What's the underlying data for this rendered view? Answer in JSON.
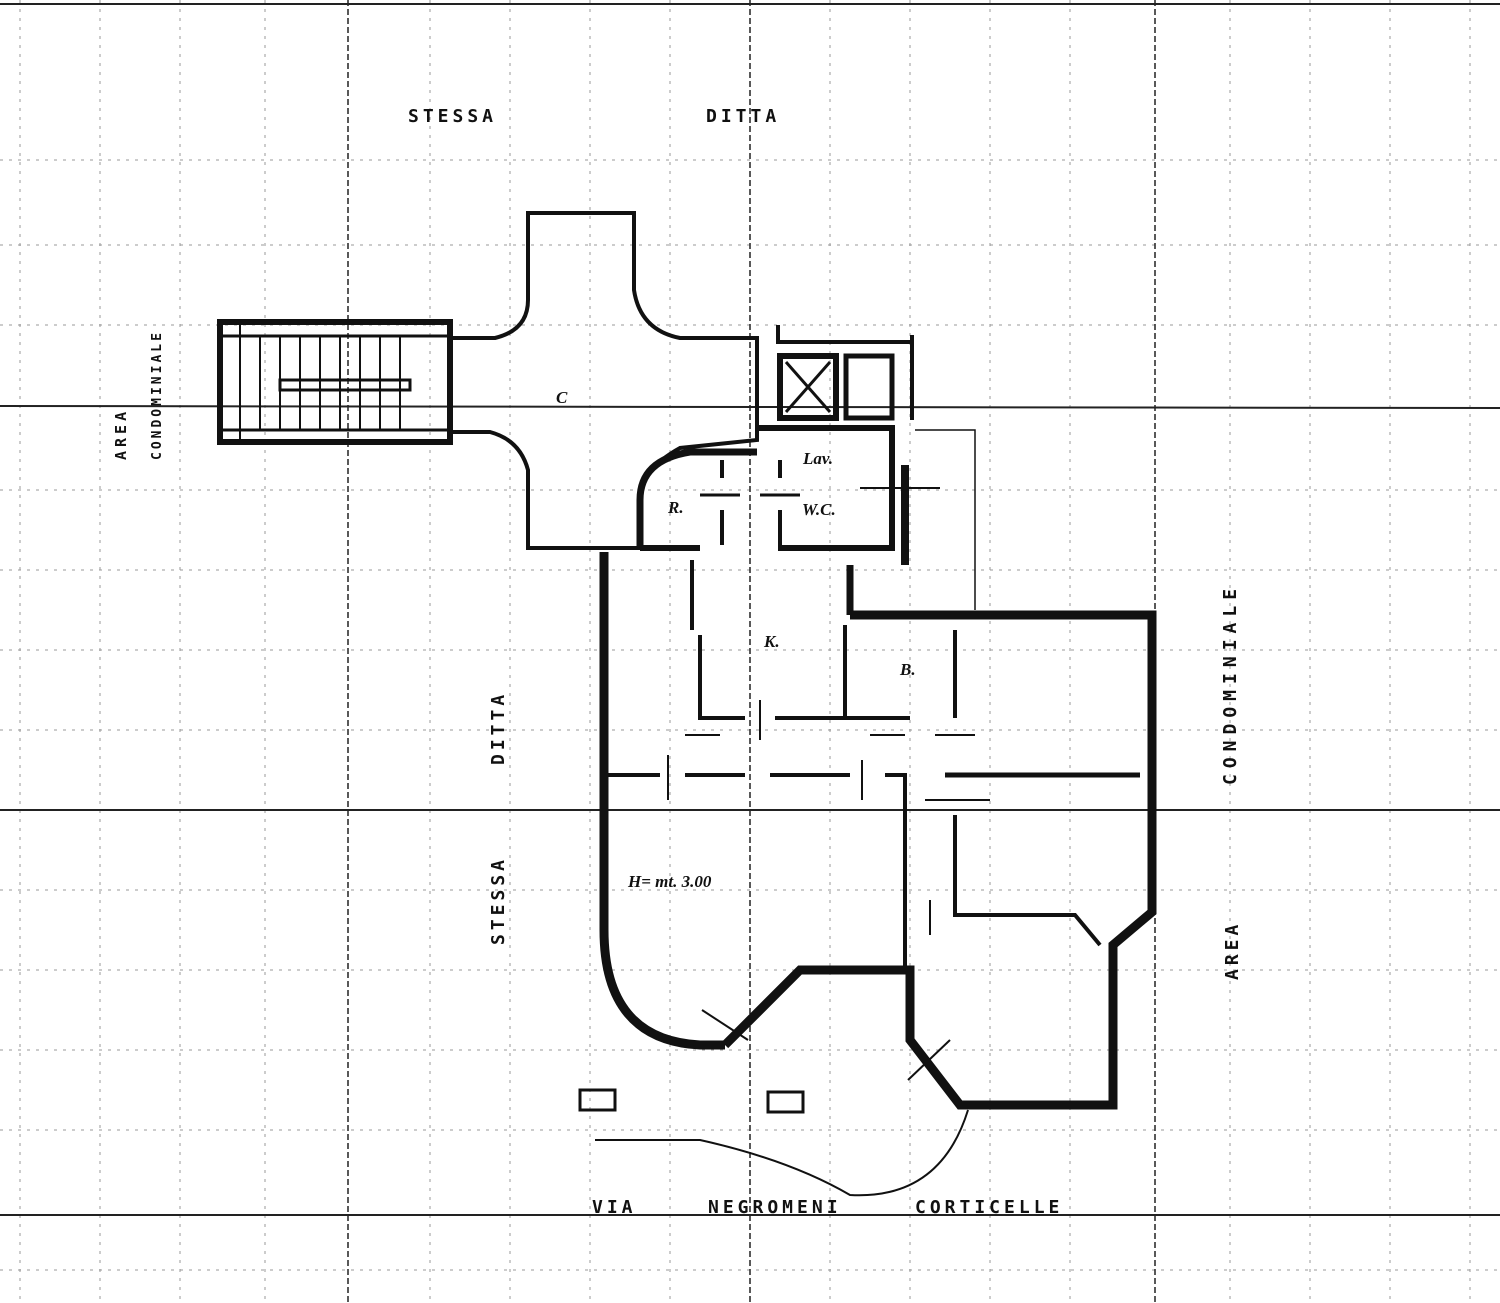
{
  "drawing": {
    "type": "architectural floor plan (scanned)",
    "colors": {
      "ink": "#111111",
      "grid": "#9a9a9a",
      "paper": "#ffffff"
    }
  },
  "boundary_labels": {
    "top_left": "STESSA",
    "top_right": "DITTA",
    "left_outer_line1": "AREA",
    "left_outer_line2": "CONDOMINIALE",
    "left_inner_bottom": "STESSA",
    "left_inner_top": "DITTA",
    "right_top": "CONDOMINIALE",
    "right_bottom": "AREA",
    "street_1": "VIA",
    "street_2": "NEGROMENI",
    "street_3": "CORTICELLE"
  },
  "rooms": {
    "corridor": "C",
    "laundry": "Lav.",
    "wc": "W.C.",
    "closet": "R.",
    "kitchen": "K.",
    "bath": "B.",
    "height_note": "H= mt. 3.00"
  }
}
